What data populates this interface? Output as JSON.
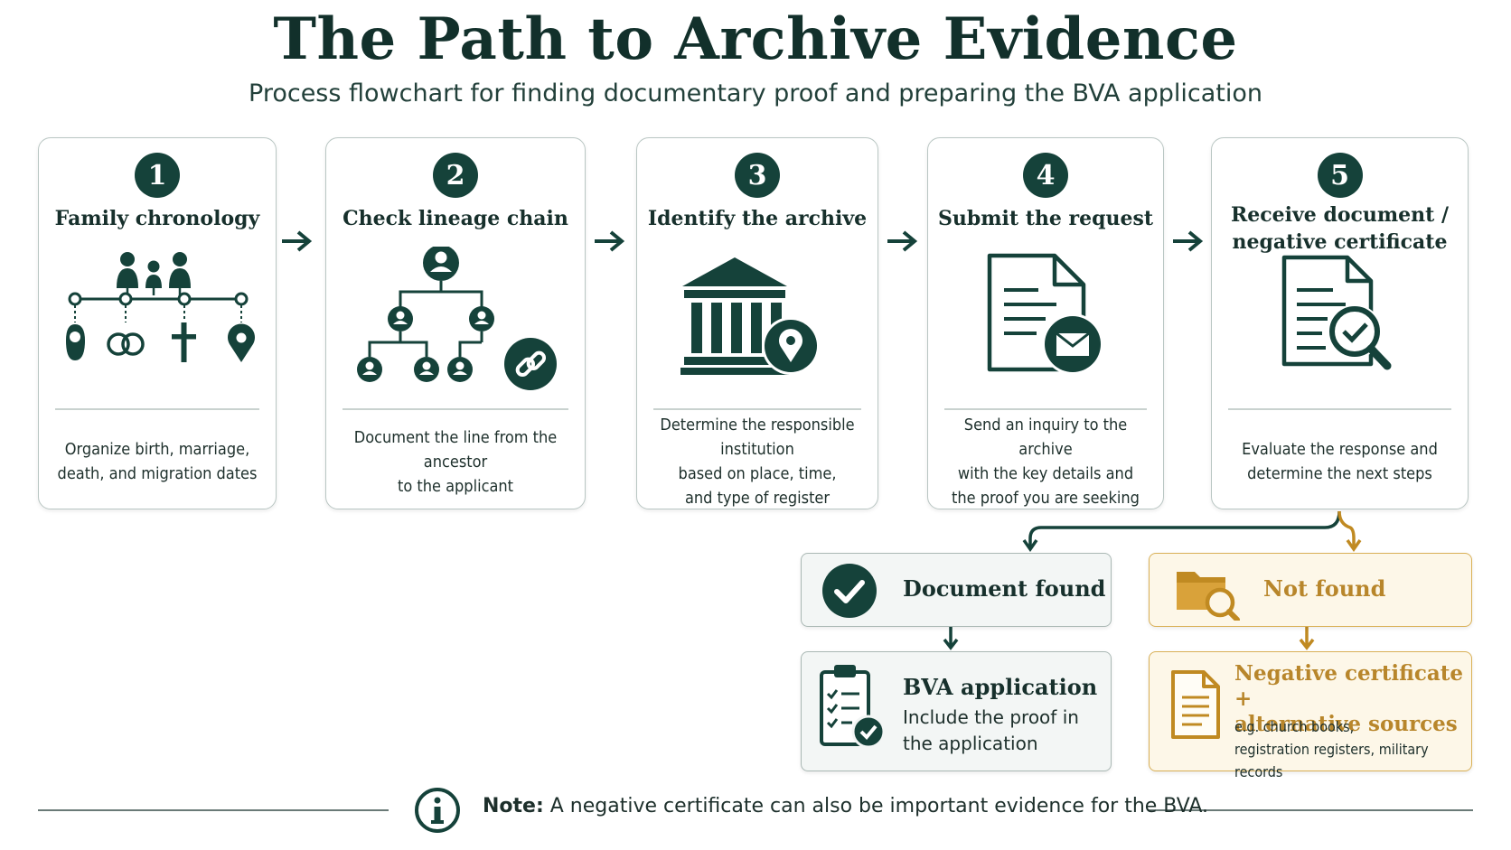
{
  "header": {
    "title": "The Path to Archive Evidence",
    "subtitle": "Process flowchart for finding documentary proof and preparing the BVA application"
  },
  "colors": {
    "primary": "#15423a",
    "accent_gold": "#b8862b",
    "gold_fill": "#fdf7e8"
  },
  "steps": [
    {
      "number": "1",
      "title": "Family chronology",
      "icon": "family-timeline-icon",
      "description": "Organize birth, marriage,\ndeath, and migration dates"
    },
    {
      "number": "2",
      "title": "Check lineage chain",
      "icon": "family-tree-icon",
      "description": "Document the line from the ancestor\nto the applicant"
    },
    {
      "number": "3",
      "title": "Identify the archive",
      "icon": "archive-building-icon",
      "description": "Determine the responsible institution\nbased on place, time,\nand type of register"
    },
    {
      "number": "4",
      "title": "Submit the request",
      "icon": "document-mail-icon",
      "description": "Send an inquiry to the archive\nwith the key details and\nthe proof you are seeking"
    },
    {
      "number": "5",
      "title": "Receive document /\nnegative certificate",
      "icon": "document-search-icon",
      "description": "Evaluate the response and\ndetermine the next steps"
    }
  ],
  "outcomes": {
    "found": {
      "label": "Document found",
      "icon": "check-circle-icon"
    },
    "not_found": {
      "label": "Not found",
      "icon": "folder-search-icon"
    },
    "found_next": {
      "title": "BVA application",
      "text": "Include the proof in\nthe application",
      "icon": "clipboard-checklist-icon"
    },
    "not_found_next": {
      "title": "Negative certificate +\nalternative sources",
      "text": "e.g. church books,\nregistration registers, military records",
      "icon": "document-icon"
    }
  },
  "note": {
    "label": "Note:",
    "text": "A negative certificate can also be important evidence for the BVA.",
    "icon": "info-icon"
  }
}
